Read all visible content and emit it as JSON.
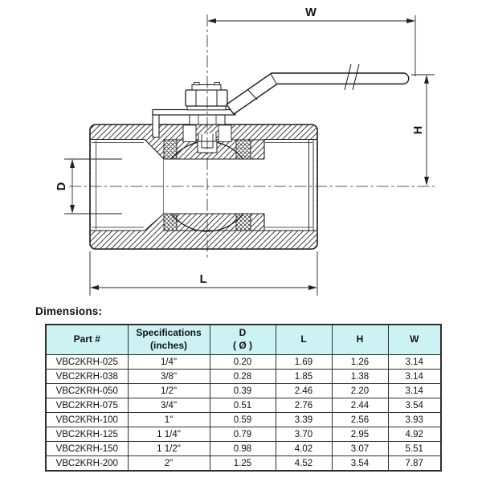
{
  "drawing": {
    "description": "Cross-section technical drawing of a two-piece threaded ball valve with lever handle",
    "dim_labels": {
      "w": "W",
      "h": "H",
      "d": "D",
      "l": "L"
    }
  },
  "section_title": "Dimensions:",
  "table": {
    "header_bg": "#cdf2f4",
    "border_color": "#2e2e2e",
    "headers": [
      "Part #",
      "Specifications\n(inches)",
      "D\n( Ø )",
      "L",
      "H",
      "W"
    ],
    "rows": [
      [
        "VBC2KRH-025",
        "1/4\"",
        "0.20",
        "1.69",
        "1.26",
        "3.14"
      ],
      [
        "VBC2KRH-038",
        "3/8\"",
        "0.28",
        "1.85",
        "1.38",
        "3.14"
      ],
      [
        "VBC2KRH-050",
        "1/2\"",
        "0.39",
        "2.46",
        "2.20",
        "3.14"
      ],
      [
        "VBC2KRH-075",
        "3/4\"",
        "0.51",
        "2.76",
        "2.44",
        "3.54"
      ],
      [
        "VBC2KRH-100",
        "1\"",
        "0.59",
        "3.39",
        "2.56",
        "3.93"
      ],
      [
        "VBC2KRH-125",
        "1 1/4\"",
        "0.79",
        "3.70",
        "2.95",
        "4.92"
      ],
      [
        "VBC2KRH-150",
        "1 1/2\"",
        "0.98",
        "4.02",
        "3.07",
        "5.51"
      ],
      [
        "VBC2KRH-200",
        "2\"",
        "1.25",
        "4.52",
        "3.54",
        "7.87"
      ]
    ]
  }
}
